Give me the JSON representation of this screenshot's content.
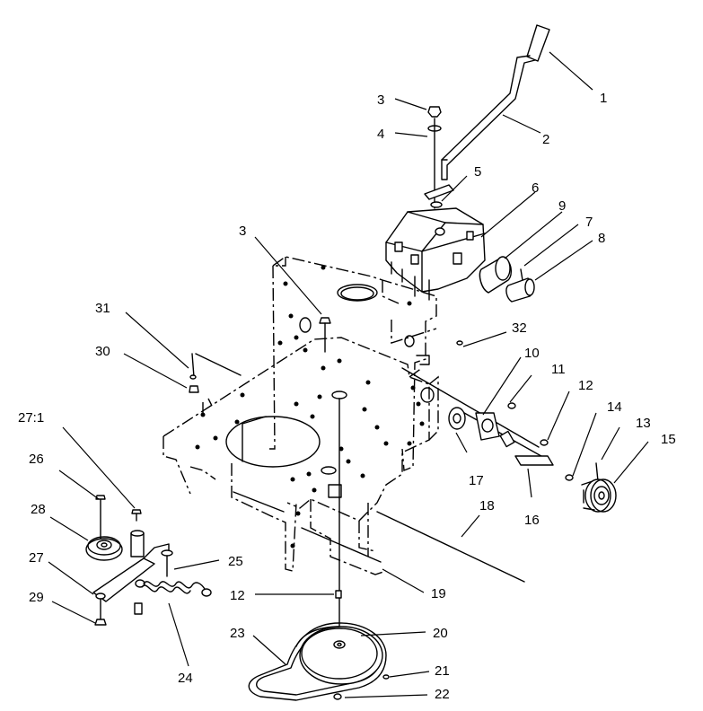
{
  "callouts": [
    {
      "id": "c1",
      "label": "1"
    },
    {
      "id": "c2",
      "label": "2"
    },
    {
      "id": "c3a",
      "label": "3"
    },
    {
      "id": "c4",
      "label": "4"
    },
    {
      "id": "c5",
      "label": "5"
    },
    {
      "id": "c6",
      "label": "6"
    },
    {
      "id": "c9",
      "label": "9"
    },
    {
      "id": "c7",
      "label": "7"
    },
    {
      "id": "c8",
      "label": "8"
    },
    {
      "id": "c3b",
      "label": "3"
    },
    {
      "id": "c31",
      "label": "31"
    },
    {
      "id": "c30",
      "label": "30"
    },
    {
      "id": "c32",
      "label": "32"
    },
    {
      "id": "c10",
      "label": "10"
    },
    {
      "id": "c11",
      "label": "11"
    },
    {
      "id": "c12a",
      "label": "12"
    },
    {
      "id": "c14",
      "label": "14"
    },
    {
      "id": "c13",
      "label": "13"
    },
    {
      "id": "c15",
      "label": "15"
    },
    {
      "id": "c17",
      "label": "17"
    },
    {
      "id": "c16",
      "label": "16"
    },
    {
      "id": "c27_1",
      "label": "27:1"
    },
    {
      "id": "c26",
      "label": "26"
    },
    {
      "id": "c28",
      "label": "28"
    },
    {
      "id": "c18",
      "label": "18"
    },
    {
      "id": "c27",
      "label": "27"
    },
    {
      "id": "c25",
      "label": "25"
    },
    {
      "id": "c19",
      "label": "19"
    },
    {
      "id": "c12b",
      "label": "12"
    },
    {
      "id": "c29",
      "label": "29"
    },
    {
      "id": "c24",
      "label": "24"
    },
    {
      "id": "c23",
      "label": "23"
    },
    {
      "id": "c20",
      "label": "20"
    },
    {
      "id": "c21",
      "label": "21"
    },
    {
      "id": "c22",
      "label": "22"
    }
  ]
}
